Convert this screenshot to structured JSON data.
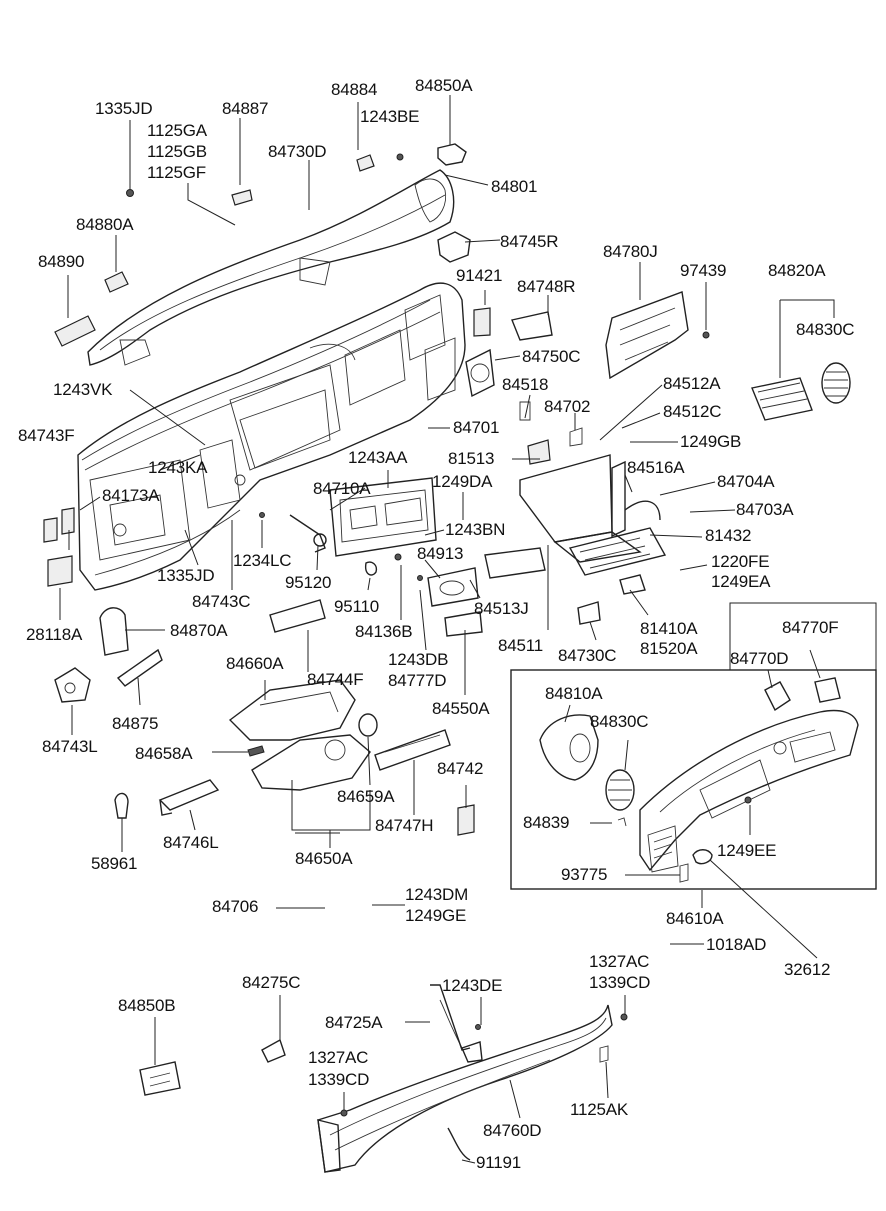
{
  "diagram": {
    "labels": {
      "l1335JD_a": "1335JD",
      "l1125GA": "1125GA",
      "l1125GB": "1125GB",
      "l1125GF": "1125GF",
      "l84887": "84887",
      "l84884": "84884",
      "l84850A": "84850A",
      "l1243BE": "1243BE",
      "l84730D": "84730D",
      "l84801": "84801",
      "l84880A": "84880A",
      "l84745R": "84745R",
      "l84780J": "84780J",
      "l97439": "97439",
      "l84820A": "84820A",
      "l84890": "84890",
      "l91421": "91421",
      "l84748R": "84748R",
      "l84830C_a": "84830C",
      "l84750C": "84750C",
      "l1243VK": "1243VK",
      "l84518": "84518",
      "l84512A": "84512A",
      "l84702": "84702",
      "l84512C": "84512C",
      "l84743F": "84743F",
      "l84701": "84701",
      "l1249GB": "1249GB",
      "l1243AA": "1243AA",
      "l81513": "81513",
      "l1243KA": "1243KA",
      "l84516A": "84516A",
      "l84704A": "84704A",
      "l84710A": "84710A",
      "l1249DA": "1249DA",
      "l84173A": "84173A",
      "l84703A": "84703A",
      "l1243BN": "1243BN",
      "l81432": "81432",
      "l1234LC": "1234LC",
      "l84913": "84913",
      "l1220FE": "1220FE",
      "l1335JD_b": "1335JD",
      "l95120": "95120",
      "l1249EA": "1249EA",
      "l84743C": "84743C",
      "l95110": "95110",
      "l84513J": "84513J",
      "l28118A": "28118A",
      "l84870A": "84870A",
      "l84136B": "84136B",
      "l81410A": "81410A",
      "l84770F": "84770F",
      "l84511": "84511",
      "l84730C": "84730C",
      "l81520A": "81520A",
      "l84660A": "84660A",
      "l84744F": "84744F",
      "l1243DB": "1243DB",
      "l84770D": "84770D",
      "l84777D": "84777D",
      "l84810A": "84810A",
      "l84743L": "84743L",
      "l84875": "84875",
      "l84550A": "84550A",
      "l84830C_b": "84830C",
      "l84658A": "84658A",
      "l84742": "84742",
      "l84659A": "84659A",
      "l84839": "84839",
      "l84747H": "84747H",
      "l1249EE": "1249EE",
      "l84746L": "84746L",
      "l58961": "58961",
      "l84650A": "84650A",
      "l93775": "93775",
      "l1243DM": "1243DM",
      "l84706": "84706",
      "l1249GE": "1249GE",
      "l84610A": "84610A",
      "l1018AD": "1018AD",
      "l32612": "32612",
      "l1327AC_a": "1327AC",
      "l1339CD_a": "1339CD",
      "l84850B": "84850B",
      "l84275C": "84275C",
      "l1243DE": "1243DE",
      "l84725A": "84725A",
      "l1327AC_b": "1327AC",
      "l1339CD_b": "1339CD",
      "l1125AK": "1125AK",
      "l84760D": "84760D",
      "l91191": "91191"
    }
  }
}
